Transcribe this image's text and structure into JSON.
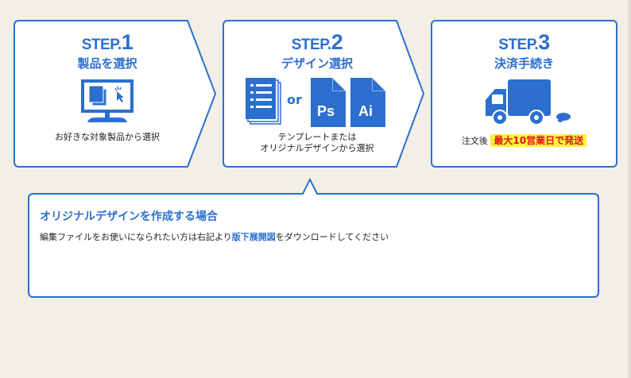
{
  "steps": [
    {
      "label": "STEP.",
      "number": "1",
      "title": "製品を選択",
      "desc": "お好きな対象製品から選択",
      "icon": "computer-click-icon"
    },
    {
      "label": "STEP.",
      "number": "2",
      "title": "デザイン選択",
      "desc_line1": "テンプレートまたは",
      "desc_line2": "オリジナルデザインから選択",
      "or": "or",
      "ps": "Ps",
      "ai": "Ai",
      "icon": "document-icon"
    },
    {
      "label": "STEP.",
      "number": "3",
      "title": "決済手続き",
      "desc_prefix": "注文後",
      "highlight": "最大10営業日で発送",
      "icon": "truck-icon"
    }
  ],
  "callout": {
    "title": "オリジナルデザインを作成する場合",
    "text_before": "編集ファイルをお使いになられたい方は右記より",
    "link": "版下展開図",
    "text_after": "をダウンロードしてください"
  },
  "colors": {
    "accent": "#2c6fce",
    "highlight": "#fff23a",
    "highlight_text": "#e0141e"
  }
}
